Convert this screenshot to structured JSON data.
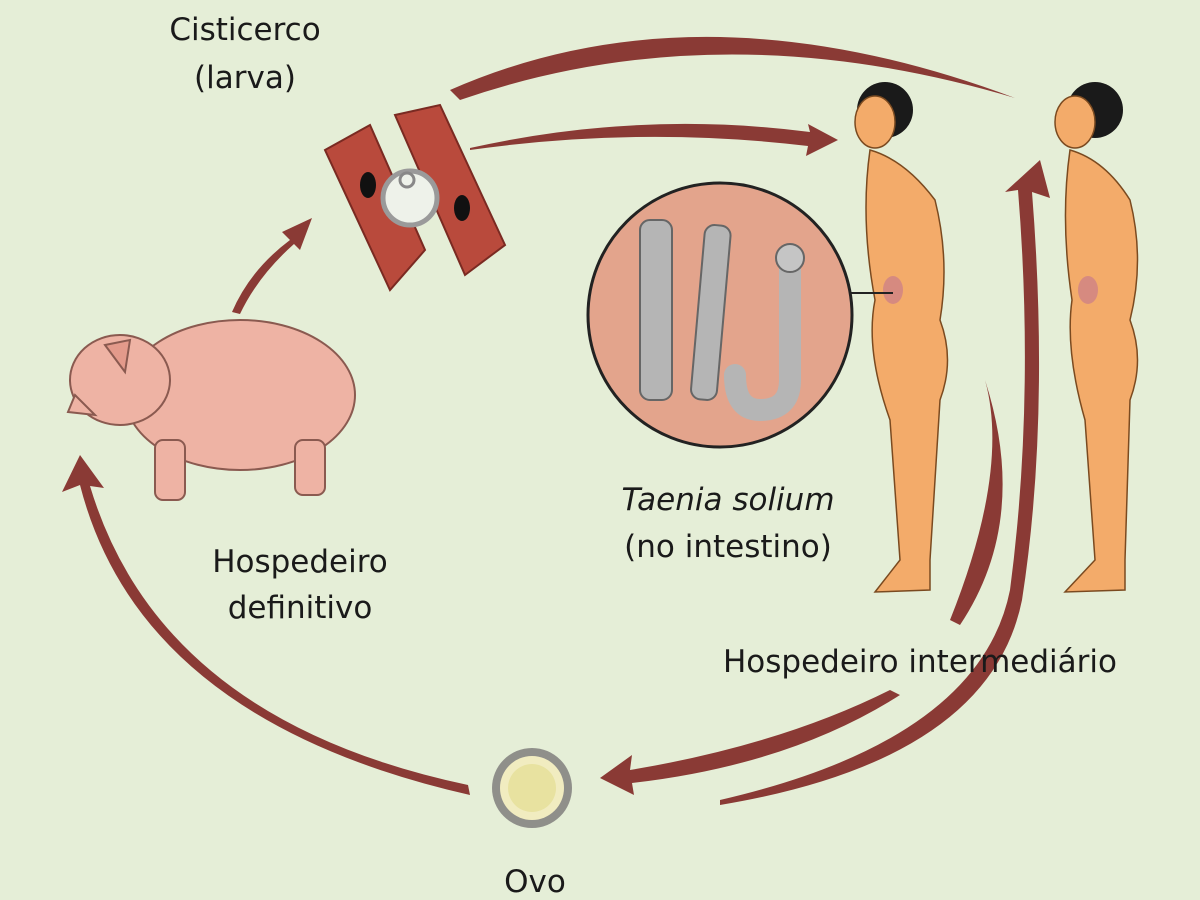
{
  "title": "Ciclo de vida da Taenia solium",
  "labels": {
    "cisticerco_line1": "Cisticerco",
    "cisticerco_line2": "(larva)",
    "taenia_line1": "Taenia solium",
    "taenia_line2": "(no intestino)",
    "definitivo_line1": "Hospedeiro",
    "definitivo_line2": "definitivo",
    "intermediario": "Hospedeiro intermediário",
    "ovo": "Ovo"
  },
  "colors": {
    "background": "#e5eed7",
    "arrow": "#8a3a35",
    "muscle": "#b94a3c",
    "pig": "#eeb3a4",
    "skin": "#f3ab6a",
    "inset": "#e3a48c"
  }
}
